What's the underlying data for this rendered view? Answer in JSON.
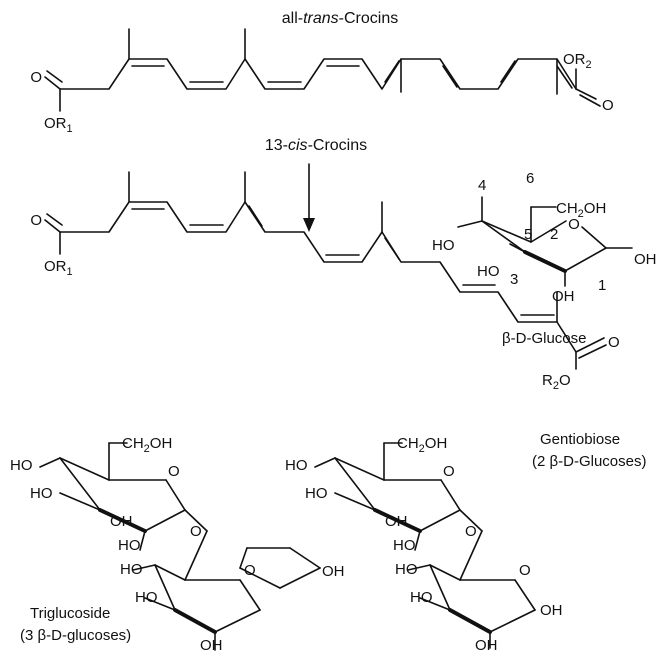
{
  "titles": {
    "all_trans_prefix": "all-",
    "all_trans_italic": "trans",
    "all_trans_suffix": "-Crocins",
    "cis_prefix": "13-",
    "cis_italic": "cis",
    "cis_suffix": "-Crocins"
  },
  "ester_labels": {
    "O": "O",
    "OR1_main": "OR",
    "OR1_sub": "1",
    "OR2_main": "OR",
    "OR2_sub": "2",
    "R2O_main": "R",
    "R2O_sub": "2",
    "R2O_tail": "O"
  },
  "glucose": {
    "caption": "β-D-Glucose",
    "ch2oh_main": "CH",
    "ch2oh_sub": "2",
    "ch2oh_tail": "OH",
    "oh": "OH",
    "ho": "HO",
    "ring_o": "O",
    "numbers": [
      "1",
      "2",
      "3",
      "4",
      "5",
      "6"
    ]
  },
  "triglucoside": {
    "caption_line1": "Triglucoside",
    "caption_line2": "(3 β-D-glucoses)"
  },
  "gentiobiose": {
    "caption_line1": "Gentiobiose",
    "caption_line2": "(2 β-D-Glucoses)"
  }
}
